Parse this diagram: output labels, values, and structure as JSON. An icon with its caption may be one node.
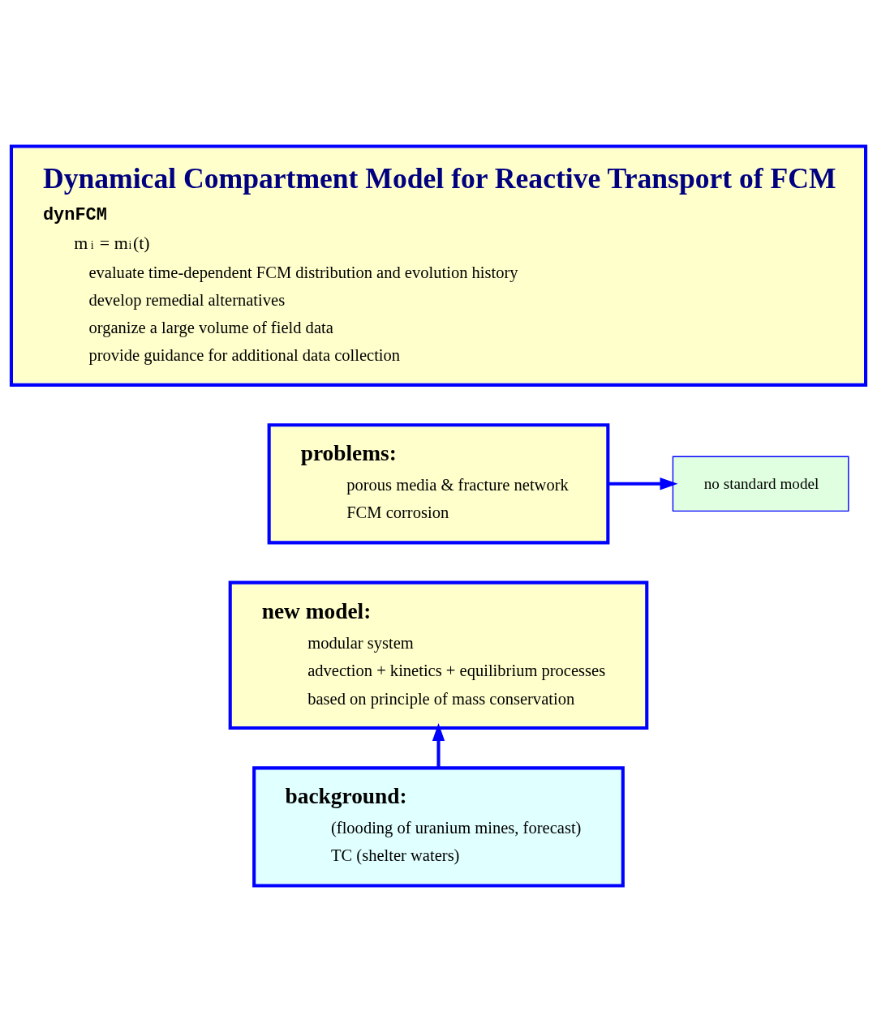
{
  "diagram": {
    "nodes": [
      {
        "text": [
          "Dynamical Compartment Model for Reactive Transport of FCM",
          "dynFCM",
          "m$_{i}$ = m$_{i}$(t)",
          "evaluate time-dependent FCM distribution and evolution history",
          "develop remedial alternatives",
          "organize a large volume of field data",
          "provide guidance for additional data collection"
        ]
      },
      {
        "text": [
          "problems:",
          "porous media & fracture network",
          "FCM corrosion"
        ]
      },
      {
        "text": [
          "no standard model"
        ]
      },
      {
        "text": [
          "new model:",
          "modular system",
          "advection + kinetics + equilibrium processes",
          "based on principle of mass conservation"
        ]
      },
      {
        "text": [
          "background:",
          "(flooding of uranium mines, forecast)",
          "TC (shelter waters)"
        ]
      }
    ],
    "edges": [
      {
        "from": 1,
        "to": 2,
        "arrow": "to"
      },
      {
        "from": 4,
        "to": 3,
        "arrow": "to"
      }
    ]
  }
}
